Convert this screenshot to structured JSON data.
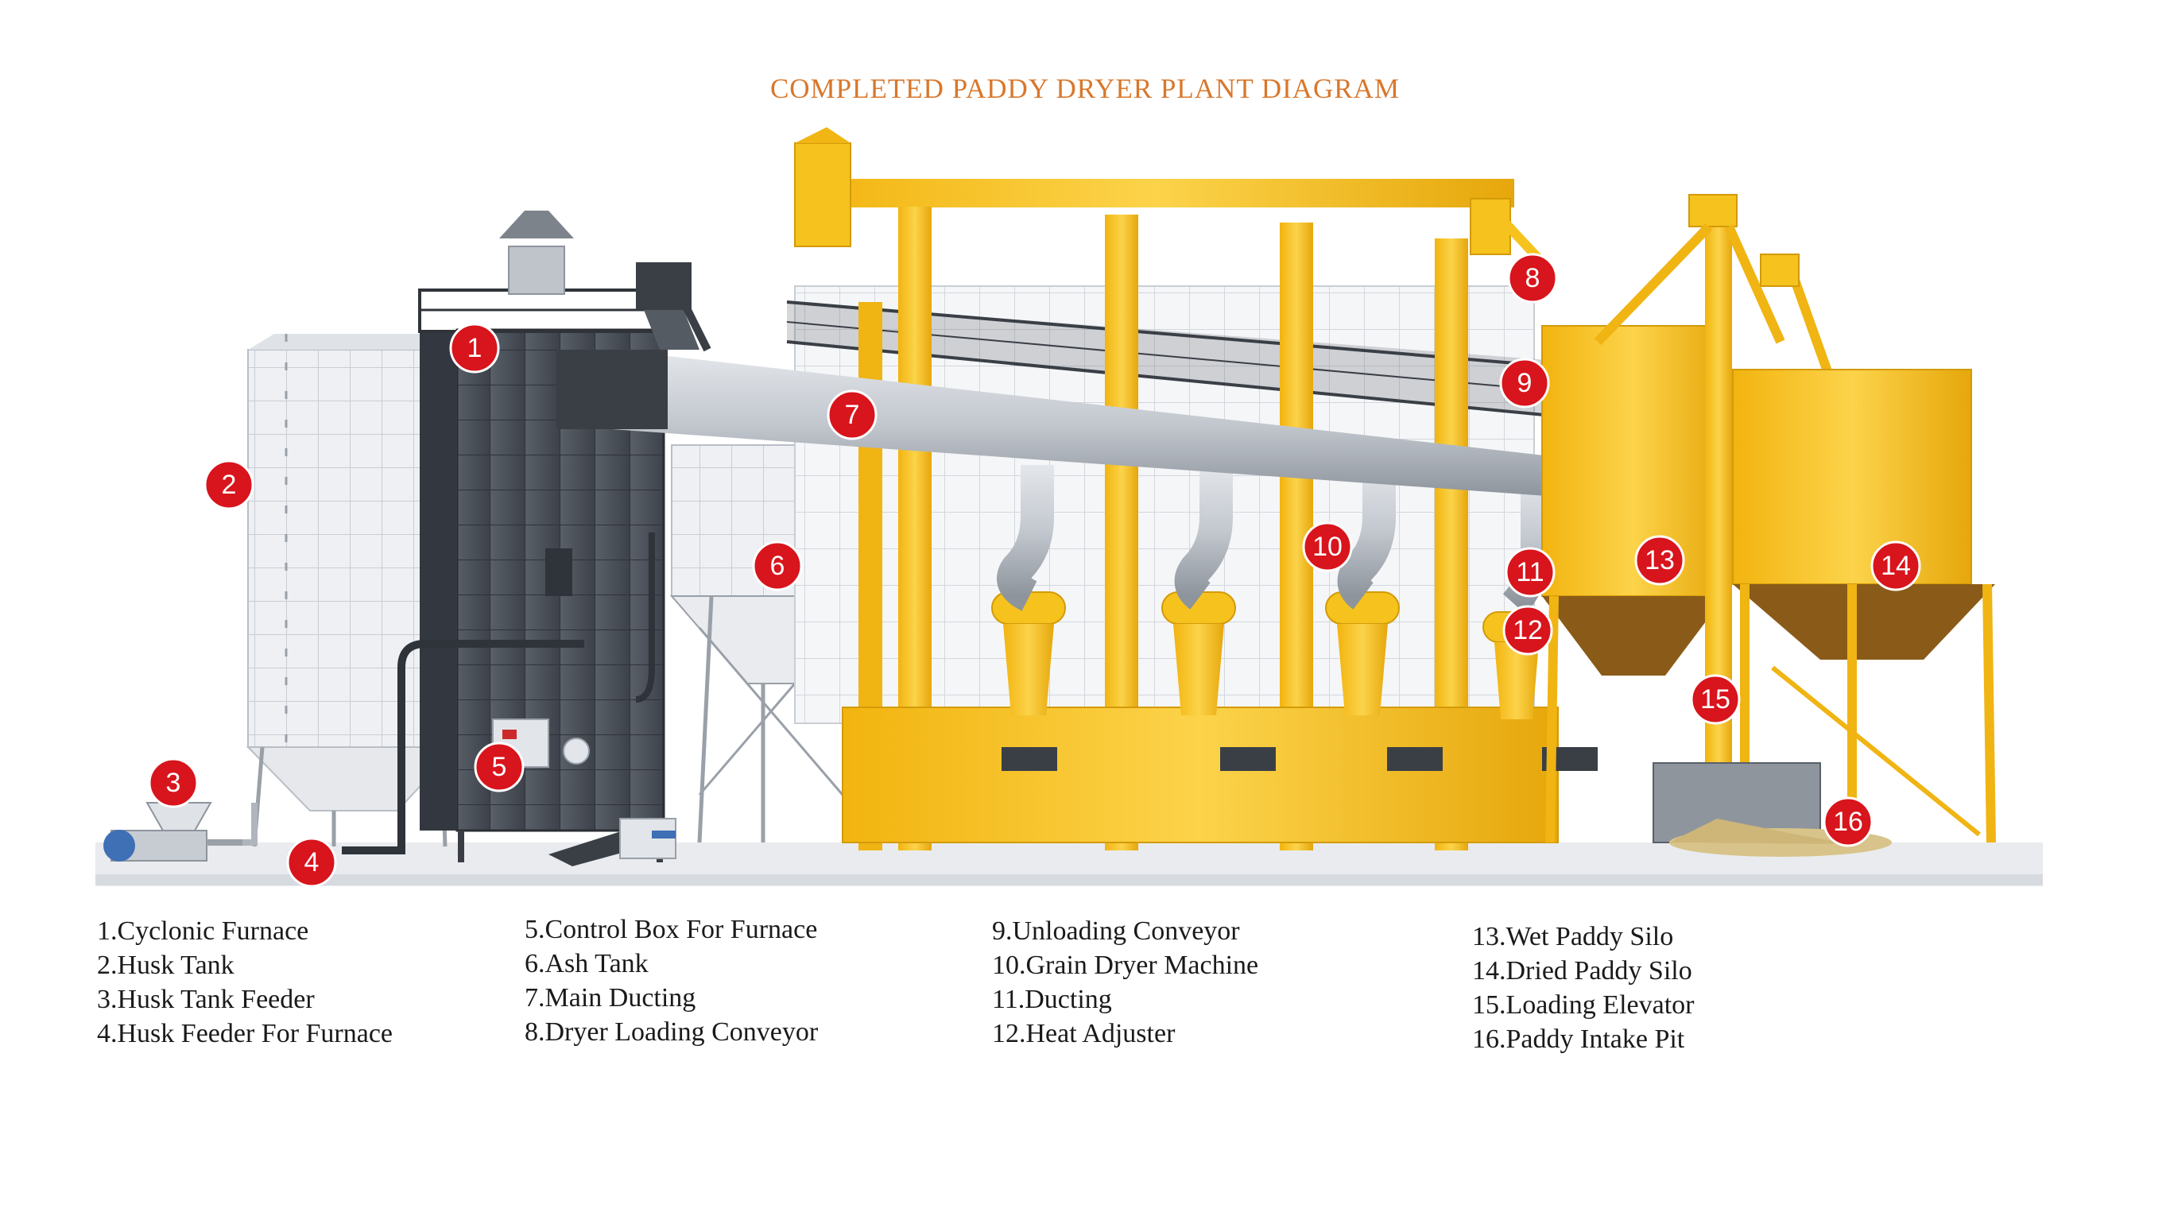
{
  "title": "COMPLETED PADDY DRYER PLANT DIAGRAM",
  "colors": {
    "title": "#d9772b",
    "structure_yellow": "#f6c21e",
    "furnace_gray": "#4a4f58",
    "silo_white": "#eef0f3",
    "duct_silver": "#c6cbd2",
    "marker_red": "#d8141c"
  },
  "markers": [
    "1",
    "2",
    "3",
    "4",
    "5",
    "6",
    "7",
    "8",
    "9",
    "10",
    "11",
    "12",
    "13",
    "14",
    "15",
    "16"
  ],
  "legend": {
    "col1": [
      "1.Cyclonic Furnace",
      "2.Husk Tank",
      "3.Husk Tank Feeder",
      "4.Husk Feeder For Furnace"
    ],
    "col2": [
      "5.Control Box For Furnace",
      "6.Ash Tank",
      "7.Main Ducting",
      "8.Dryer Loading Conveyor"
    ],
    "col3": [
      "9.Unloading Conveyor",
      "10.Grain Dryer Machine",
      "11.Ducting",
      "12.Heat Adjuster"
    ],
    "col4": [
      "13.Wet Paddy Silo",
      "14.Dried Paddy Silo",
      "15.Loading Elevator",
      "16.Paddy Intake Pit"
    ]
  }
}
